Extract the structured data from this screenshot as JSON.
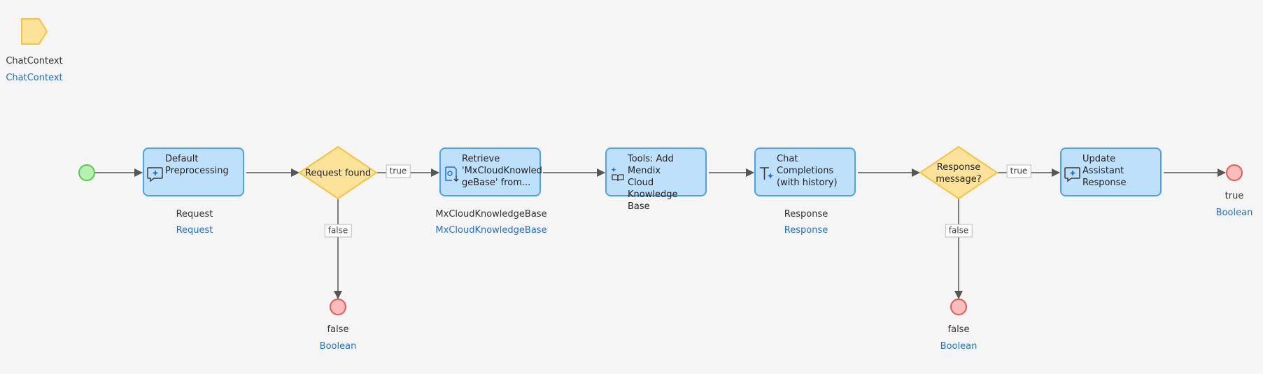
{
  "parameter": {
    "name": "ChatContext",
    "type": "ChatContext"
  },
  "activities": {
    "default_preprocessing": {
      "label": "Default\nPreprocessing",
      "output_name": "Request",
      "output_type": "Request"
    },
    "retrieve": {
      "label": "Retrieve\n'MxCloudKnowled\ngeBase' from...",
      "output_name": "MxCloudKnowledgeBase",
      "output_type": "MxCloudKnowledgeBase"
    },
    "tools_add": {
      "label": "Tools: Add Mendix\nCloud Knowledge\nBase"
    },
    "chat_completions": {
      "label": "Chat Completions\n(with history)",
      "output_name": "Response",
      "output_type": "Response"
    },
    "update_assistant": {
      "label": "Update Assistant\nResponse"
    }
  },
  "decisions": {
    "request_found": {
      "label": "Request found"
    },
    "response_message": {
      "label": "Response\nmessage?"
    }
  },
  "flow_labels": {
    "true1": "true",
    "false1": "false",
    "true2": "true",
    "false2": "false"
  },
  "end_events": {
    "end_false1": {
      "value": "false",
      "type": "Boolean"
    },
    "end_false2": {
      "value": "false",
      "type": "Boolean"
    },
    "end_true": {
      "value": "true",
      "type": "Boolean"
    }
  },
  "colors": {
    "activity_fill": "#bfe0fb",
    "activity_border": "#4ba2ec",
    "decision_fill": "#fde39a",
    "decision_border": "#f5c241",
    "start_fill": "#b8f0b4",
    "start_border": "#4fcf4a",
    "end_fill": "#fbbcbc",
    "end_border": "#e35a5a",
    "link": "#1f6fd6"
  }
}
